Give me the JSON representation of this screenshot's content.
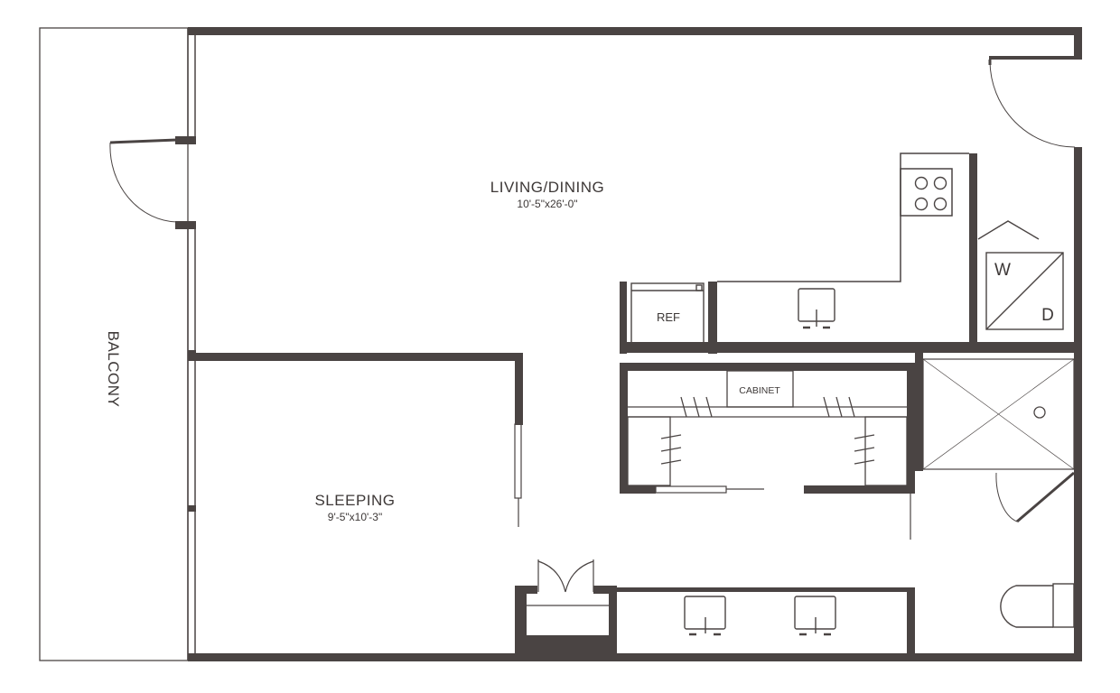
{
  "rooms": {
    "living_dining": {
      "label": "LIVING/DINING",
      "dimensions": "10'-5\"x26'-0\""
    },
    "sleeping": {
      "label": "SLEEPING",
      "dimensions": "9'-5\"x10'-3\""
    },
    "balcony": {
      "label": "BALCONY"
    }
  },
  "fixtures": {
    "refrigerator": "REF",
    "cabinet": "CABINET",
    "washer": "W",
    "dryer": "D"
  },
  "colors": {
    "wall": "#4a4443",
    "line": "#4a4443",
    "text": "#3d3837",
    "background": "#ffffff"
  }
}
